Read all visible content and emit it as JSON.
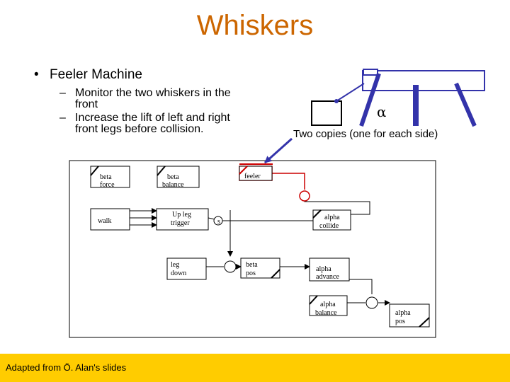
{
  "title": "Whiskers",
  "bullet": "Feeler Machine",
  "subbullets": [
    {
      "line1": "Monitor the two whiskers in the",
      "line2": "front"
    },
    {
      "line1": "Increase the lift of left and right",
      "line2": "front legs before collision."
    }
  ],
  "robot": {
    "alpha_symbol": "α",
    "caption": "Two copies (one for each side)"
  },
  "modules": {
    "beta_force": [
      "beta",
      "force"
    ],
    "beta_balance": [
      "beta",
      "balance"
    ],
    "feeler": [
      "feeler"
    ],
    "walk": [
      "walk"
    ],
    "up_leg_trigger": [
      "Up leg",
      "trigger"
    ],
    "alpha_collide": [
      "alpha",
      "collide"
    ],
    "leg_down": [
      "leg",
      "down"
    ],
    "beta_pos": [
      "beta",
      "pos"
    ],
    "alpha_advance": [
      "alpha",
      "advance"
    ],
    "alpha_balance": [
      "alpha",
      "balance"
    ],
    "alpha_pos": [
      "alpha",
      "pos"
    ]
  },
  "colors": {
    "title": "#cc6600",
    "robot": "#3333aa",
    "wire": "#cc0000",
    "footer": "#ffcc00"
  },
  "footer": "Adapted from Ö. Alan's slides"
}
